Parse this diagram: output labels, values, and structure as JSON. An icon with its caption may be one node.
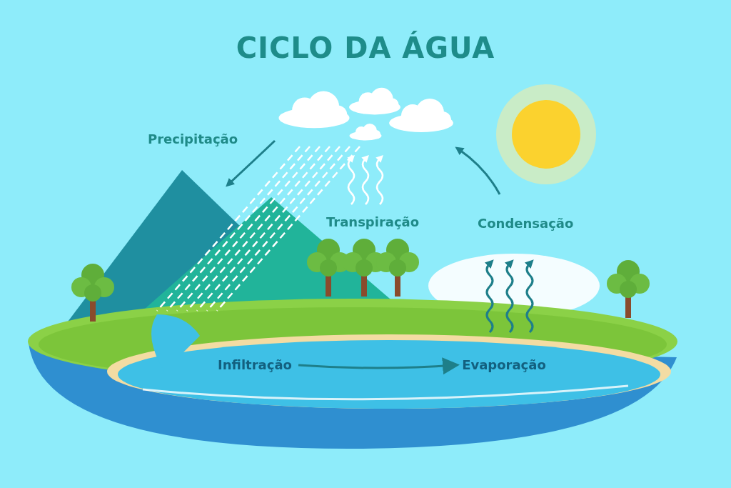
{
  "diagram": {
    "title": "CICLO DA ÁGUA",
    "nodes": [
      {
        "text": [
          "Infiltração"
        ]
      },
      {
        "text": [
          "Evaporação"
        ]
      }
    ],
    "edges": [
      {
        "from": 0,
        "to": 1,
        "arrow": "to"
      }
    ],
    "labels": [
      "Precipitação",
      "Transpiração",
      "Condensação"
    ]
  }
}
